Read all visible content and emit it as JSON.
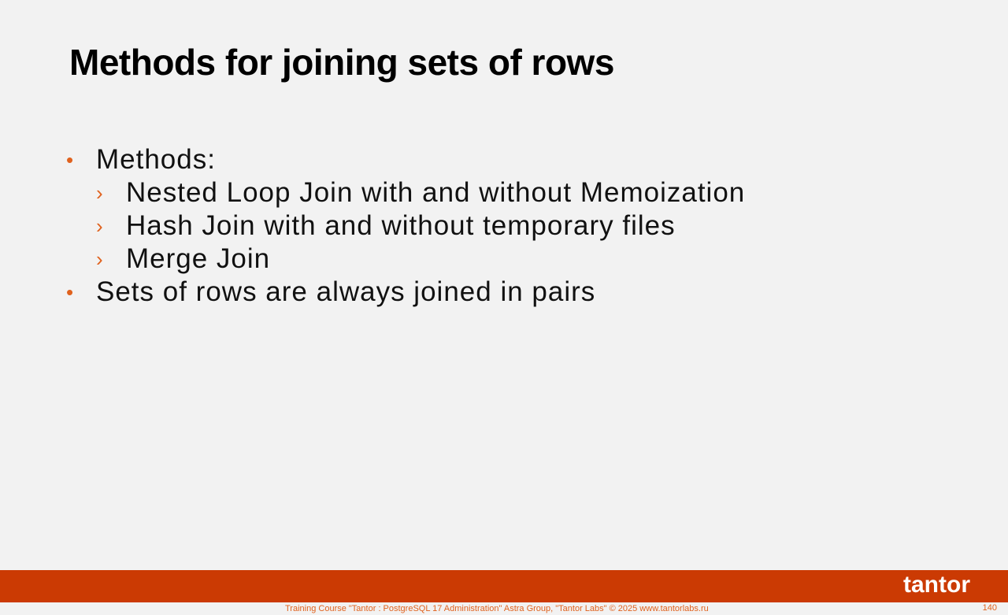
{
  "title": "Methods for joining sets of rows",
  "bullets": [
    "Methods:",
    "Nested Loop Join with and without Memoization",
    "Hash Join with and without temporary files",
    "Merge Join",
    "Sets of rows are always joined in pairs"
  ],
  "markers": {
    "bullet": "•",
    "sub": "›"
  },
  "logo": "tantor",
  "footer": "Training Course \"Tantor : PostgreSQL 17 Administration\" Astra Group, \"Tantor Labs\" © 2025  www.tantorlabs.ru",
  "page_number": "140"
}
